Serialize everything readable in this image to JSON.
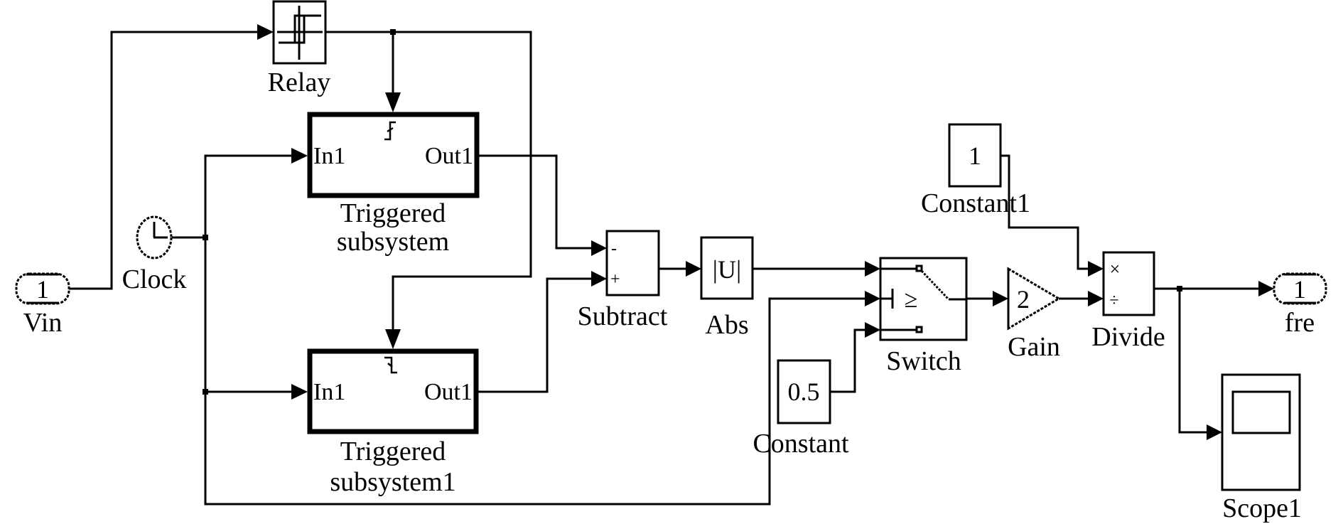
{
  "diagram": {
    "type": "simulink-block-diagram",
    "blocks": {
      "vin": {
        "kind": "inport",
        "number": "1",
        "label": "Vin"
      },
      "clock": {
        "kind": "clock",
        "label": "Clock",
        "icon": "clock-icon"
      },
      "relay": {
        "kind": "relay",
        "label": "Relay",
        "icon": "hysteresis-icon"
      },
      "trig_sub": {
        "kind": "triggered-subsystem",
        "label_line1": "Triggered",
        "label_line2": "subsystem",
        "in_port": "In1",
        "out_port": "Out1",
        "trigger": "rising-edge-icon"
      },
      "trig_sub1": {
        "kind": "triggered-subsystem",
        "label_line1": "Triggered",
        "label_line2": "subsystem1",
        "in_port": "In1",
        "out_port": "Out1",
        "trigger": "falling-edge-icon"
      },
      "subtract": {
        "kind": "sum",
        "label": "Subtract",
        "signs": [
          "-",
          "+"
        ]
      },
      "abs": {
        "kind": "abs",
        "label": "Abs",
        "text": "|U|"
      },
      "constant": {
        "kind": "constant",
        "label": "Constant",
        "value": "0.5"
      },
      "switch": {
        "kind": "switch",
        "label": "Switch",
        "criterion": "≥"
      },
      "constant1": {
        "kind": "constant",
        "label": "Constant1",
        "value": "1"
      },
      "gain": {
        "kind": "gain",
        "label": "Gain",
        "value": "2"
      },
      "divide": {
        "kind": "product",
        "label": "Divide",
        "ops": [
          "×",
          "÷"
        ]
      },
      "fre": {
        "kind": "outport",
        "number": "1",
        "label": "fre"
      },
      "scope1": {
        "kind": "scope",
        "label": "Scope1"
      }
    },
    "connections": [
      {
        "from": "Vin",
        "to": "Relay"
      },
      {
        "from": "Relay",
        "to": "Triggered subsystem (trigger)"
      },
      {
        "from": "Relay",
        "to": "Triggered subsystem1 (trigger)"
      },
      {
        "from": "Clock",
        "to": "Triggered subsystem (In1)"
      },
      {
        "from": "Clock",
        "to": "Triggered subsystem1 (In1)"
      },
      {
        "from": "Clock",
        "to": "Switch (control)"
      },
      {
        "from": "Triggered subsystem (Out1)",
        "to": "Subtract (-)"
      },
      {
        "from": "Triggered subsystem1 (Out1)",
        "to": "Subtract (+)"
      },
      {
        "from": "Subtract",
        "to": "Abs"
      },
      {
        "from": "Abs",
        "to": "Switch (in1)"
      },
      {
        "from": "Constant",
        "to": "Switch (in3)"
      },
      {
        "from": "Switch",
        "to": "Gain"
      },
      {
        "from": "Constant1",
        "to": "Divide (×)"
      },
      {
        "from": "Gain",
        "to": "Divide (÷)"
      },
      {
        "from": "Divide",
        "to": "fre"
      },
      {
        "from": "Divide",
        "to": "Scope1"
      }
    ]
  }
}
